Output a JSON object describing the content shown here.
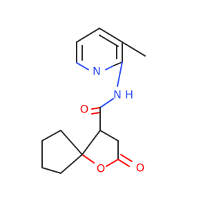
{
  "molecule": {
    "colors": {
      "bond": "#2b2b2b",
      "nitrogen": "#3050f8",
      "oxygen": "#ff0d0d"
    },
    "atoms": {
      "pyridine_n": "N",
      "amide_n": "N",
      "amide_h": "H",
      "amide_o": "O",
      "ring_o": "O",
      "lactone_o": "O"
    }
  }
}
